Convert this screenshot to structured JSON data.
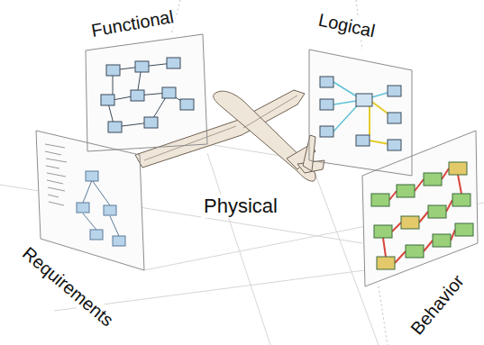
{
  "diagram": {
    "nodes": [
      {
        "text": [
          "Functional"
        ]
      },
      {
        "text": [
          "Logical"
        ]
      },
      {
        "text": [
          "Requirements"
        ]
      },
      {
        "text": [
          "Behavior"
        ]
      }
    ],
    "labels": [
      "Physical"
    ]
  }
}
